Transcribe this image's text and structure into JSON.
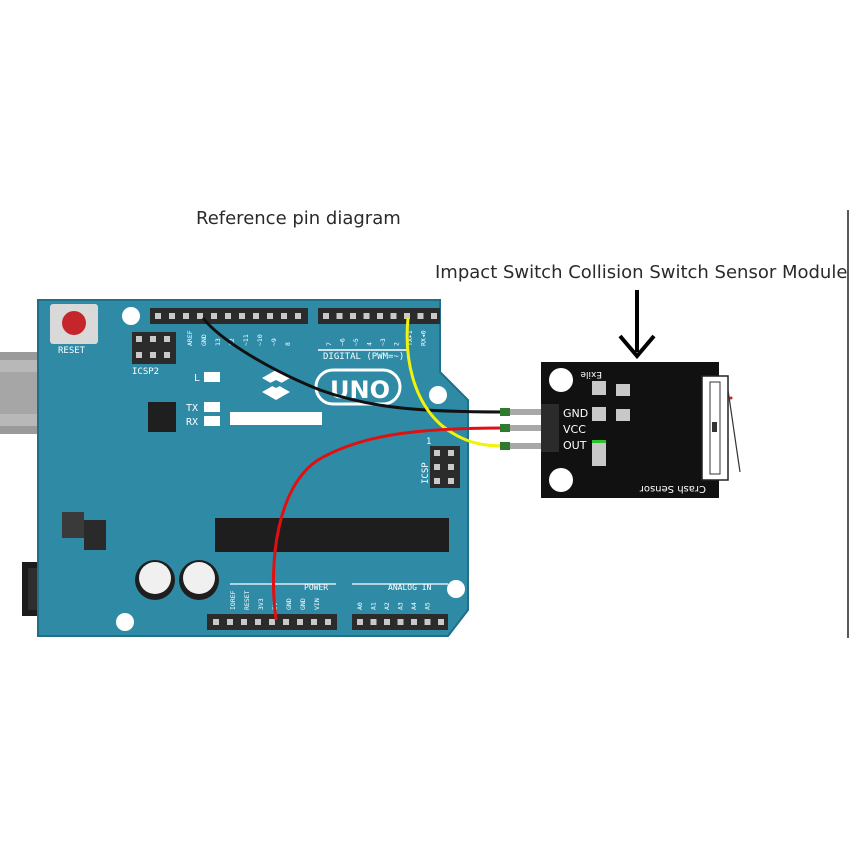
{
  "captions": {
    "reference": "Reference pin diagram",
    "module": "Impact Switch Collision Switch Sensor Module"
  },
  "arduino": {
    "reset_label": "RESET",
    "icsp2_label": "ICSP2",
    "icsp_label": "ICSP",
    "uno_label": "UNO",
    "digital_label": "DIGITAL (PWM=~)",
    "power_label": "POWER",
    "analog_label": "ANALOG IN",
    "led_l": "L",
    "led_tx": "TX",
    "led_rx": "RX",
    "icsp_pin1": "1",
    "top_header_pins": [
      "AREF",
      "GND",
      "13",
      "12",
      "~11",
      "~10",
      "~9",
      "8",
      "7",
      "~6",
      "~5",
      "4",
      "~3",
      "2",
      "TX▸1",
      "RX◂0"
    ],
    "power_pins": [
      "IOREF",
      "RESET",
      "3V3",
      "5V",
      "GND",
      "GND",
      "VIN"
    ],
    "analog_pins": [
      "A0",
      "A1",
      "A2",
      "A3",
      "A4",
      "A5"
    ]
  },
  "module": {
    "pins": [
      "GND",
      "VCC",
      "OUT"
    ],
    "board_text_top": "Exile",
    "board_text_bottom": "Crash Sensor"
  },
  "colors": {
    "board": "#2f8aa6",
    "board_edge": "#1f6f88",
    "module": "#111111",
    "wire_gnd": "#111111",
    "wire_vcc": "#e01010",
    "wire_out": "#f2f20a"
  }
}
